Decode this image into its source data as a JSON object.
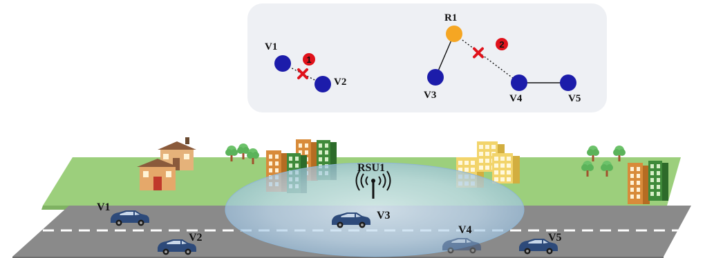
{
  "topology": {
    "nodes": [
      {
        "id": "V1",
        "label": "V1",
        "color": "#1c1caa"
      },
      {
        "id": "V2",
        "label": "V2",
        "color": "#1c1caa"
      },
      {
        "id": "R1",
        "label": "R1",
        "color": "#f5a623"
      },
      {
        "id": "V3",
        "label": "V3",
        "color": "#1c1caa"
      },
      {
        "id": "V4",
        "label": "V4",
        "color": "#1c1caa"
      },
      {
        "id": "V5",
        "label": "V5",
        "color": "#1c1caa"
      }
    ],
    "links": [
      {
        "from": "V1",
        "to": "V2",
        "style": "dotted",
        "broken": true,
        "badge": "1"
      },
      {
        "from": "R1",
        "to": "V3",
        "style": "solid",
        "broken": false
      },
      {
        "from": "R1",
        "to": "V4",
        "style": "dotted",
        "broken": true,
        "badge": "2"
      },
      {
        "from": "V4",
        "to": "V5",
        "style": "solid",
        "broken": false
      }
    ],
    "badge_color": "#e0121b",
    "break_mark_color": "#e0121b"
  },
  "scene": {
    "rsu_label": "RSU1",
    "vehicles": [
      {
        "id": "V1",
        "label": "V1",
        "faded": false
      },
      {
        "id": "V2",
        "label": "V2",
        "faded": false
      },
      {
        "id": "V3",
        "label": "V3",
        "faded": false
      },
      {
        "id": "V4",
        "label": "V4",
        "faded": true
      },
      {
        "id": "V5",
        "label": "V5",
        "faded": false
      }
    ],
    "colors": {
      "grass": "#9ccf7c",
      "road": "#8a8a8a",
      "road_edge": "#6f6f6f",
      "lane_dash": "#ffffff",
      "coverage": "#b9d7ec",
      "car": "#2d4a7a",
      "panel_bg": "#eef0f4"
    }
  }
}
